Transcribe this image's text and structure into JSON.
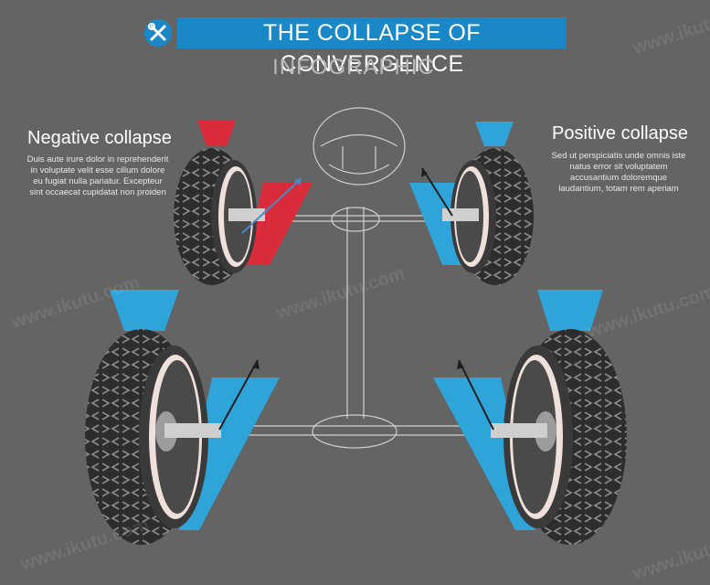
{
  "header": {
    "title": "THE COLLAPSE OF CONVERGENCE",
    "subtitle": "INFOGRAPHIC",
    "icon": "wrench-screwdriver-icon"
  },
  "left_panel": {
    "heading": "Negative collapse",
    "body": "Duis aute irure dolor in reprehenderit in voluptate velit esse cillum dolore eu fugiat nulla pariatur. Excepteur sint occaecat cupidatat non proiden"
  },
  "right_panel": {
    "heading": "Positive collapse",
    "body": "Sed ut perspiciatis unde omnis iste natus error sit voluptatem accusantium doloremque laudantium, totam rem aperiam"
  },
  "watermark": {
    "text": "www.ikutu.com"
  },
  "colors": {
    "background": "#646464",
    "title_bar": "#1a88c6",
    "negative": "#d92b3a",
    "positive": "#2ea4d8",
    "tire": "#2d2d2d",
    "rim": "#f0e0dc",
    "frame_lines": "#d0d0d0"
  }
}
